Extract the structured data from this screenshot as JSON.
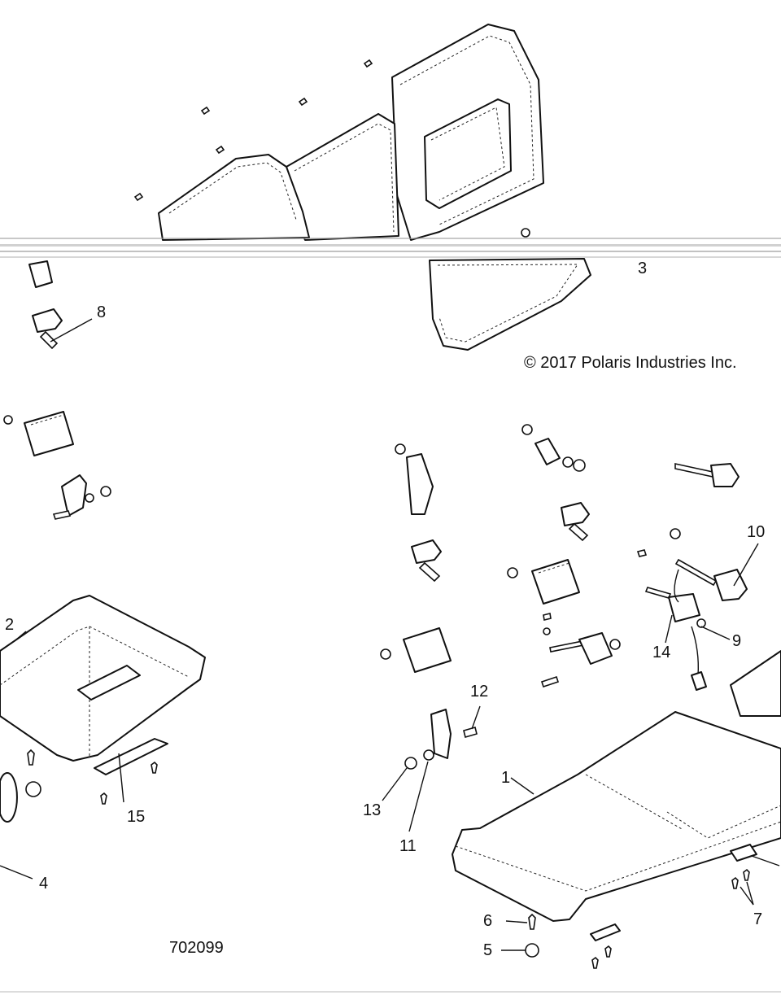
{
  "copyright": "© 2017 Polaris Industries Inc.",
  "drawing_number": "702099",
  "callouts": {
    "c1": "1",
    "c2": "2",
    "c3": "3",
    "c4": "4",
    "c5": "5",
    "c6": "6",
    "c7": "7",
    "c8": "8",
    "c9": "9",
    "c10": "10",
    "c11": "11",
    "c12": "12",
    "c13": "13",
    "c14": "14",
    "c15": "15"
  }
}
